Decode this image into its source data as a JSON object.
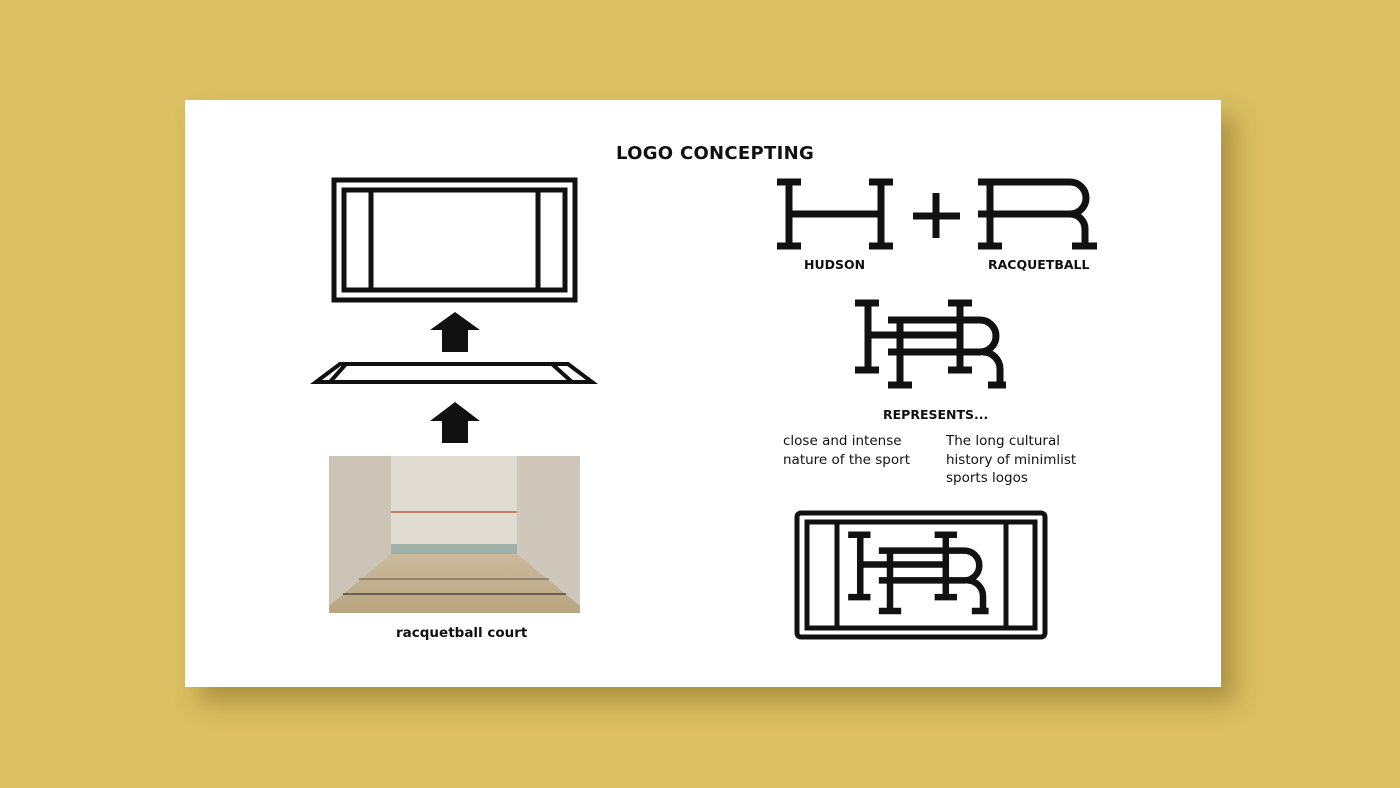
{
  "slide": {
    "title": "LOGO CONCEPTING",
    "photo_caption": "racquetball court",
    "logo_h_label": "HUDSON",
    "logo_r_label": "RACQUETBALL",
    "monogram_letters": "H+R",
    "represents_heading": "REPRESENTS...",
    "represents_left": "close and intense\nnature of the sport",
    "represents_right": "The long cultural\nhistory of minimlist\nsports logos"
  },
  "colors": {
    "background": "#dbbf62",
    "card": "#ffffff",
    "ink": "#111111"
  }
}
